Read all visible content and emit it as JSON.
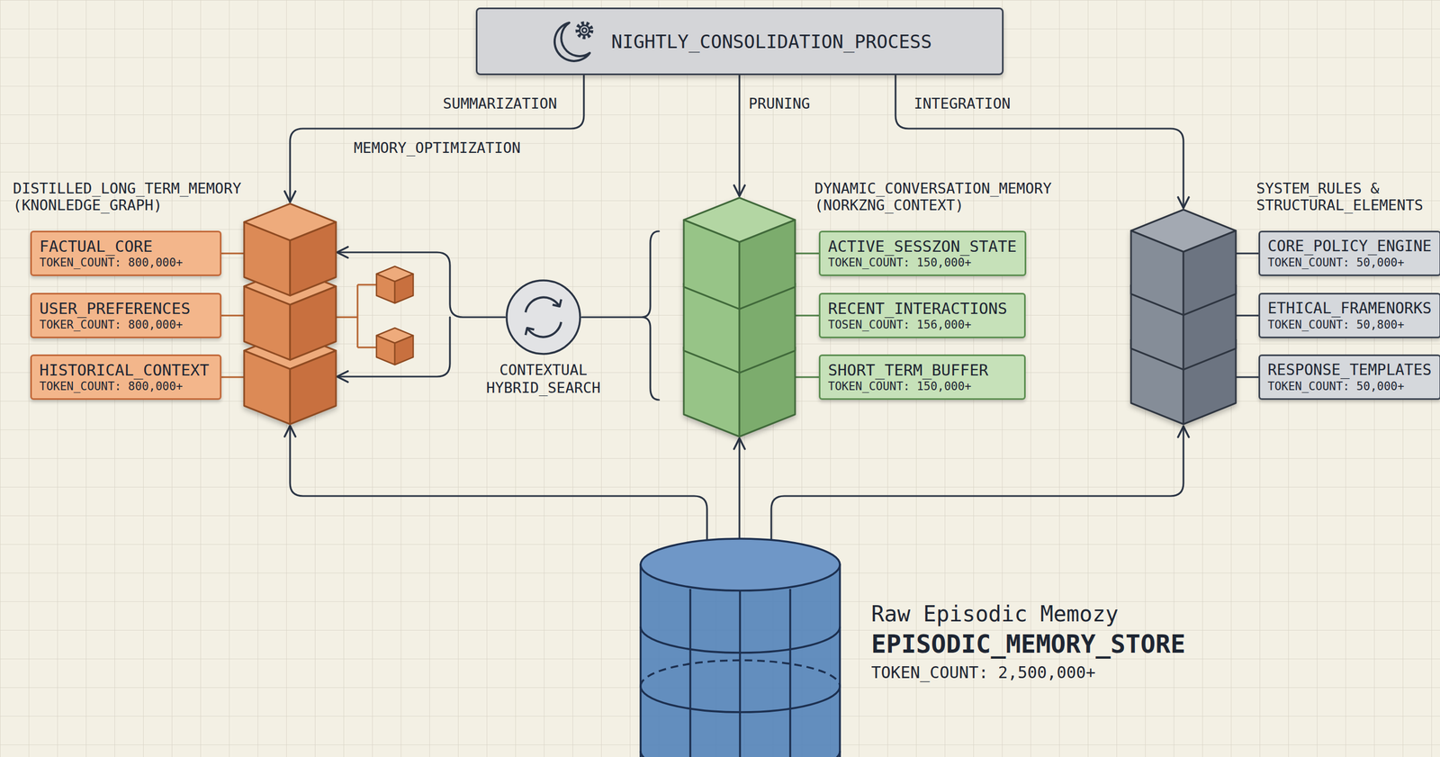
{
  "diagram": {
    "nodes": [
      {
        "text": [
          "NIGHTLY_CONSOLIDATION_PROCESS"
        ]
      },
      {
        "text": [
          "DISTILLED_LONG_TERM_MEMORY (KNONLEDGE_GRAPH)"
        ]
      },
      {
        "text": [
          "FACTUAL_CORE",
          "TOKEN_COUNT: 800,000+"
        ]
      },
      {
        "text": [
          "USER_PREFERENCES",
          "TOKER_COUNT: 800,000+"
        ]
      },
      {
        "text": [
          "HISTORICAL_CONTEXT",
          "TOKEN_COUNT: 800,000+"
        ]
      },
      {
        "text": [
          "CONTEXTUAL HYBRID_SEARCH"
        ]
      },
      {
        "text": [
          "DYNAMIC_CONVERSATION_MEMORY (NORKZNG_CONTEXT)"
        ]
      },
      {
        "text": [
          "ACTIVE_SESSZON_STATE",
          "TOKEN_COUNT: 150,000+"
        ]
      },
      {
        "text": [
          "RECENT_INTERACTIONS",
          "TOSEN_COUNT: 156,000+"
        ]
      },
      {
        "text": [
          "SHORT_TERM_BUFFER",
          "TOKEN_COUNT: 150,000+"
        ]
      },
      {
        "text": [
          "SYSTEM_RULES & STRUCTURAL_ELEMENTS"
        ]
      },
      {
        "text": [
          "CORE_POLICY_ENGINE",
          "TOKEN_COUNT: 50,000+"
        ]
      },
      {
        "text": [
          "ETHICAL_FRAMENORKS",
          "TOKEN_COUNT: 50,800+"
        ]
      },
      {
        "text": [
          "RESPONSE_TEMPLATES",
          "TOKEN_COUNT: 50,000+"
        ]
      },
      {
        "text": [
          "Raw Episodic Memozy",
          "EPISODIC_MEMORY_STORE",
          "TOKEN_COUNT: 2,500,000+"
        ]
      }
    ],
    "edges": [
      {
        "from": 0,
        "to": 1,
        "label": "SUMMARIZATION",
        "arrow": "to"
      },
      {
        "from": 0,
        "to": 6,
        "label": "PRUNING",
        "arrow": "to"
      },
      {
        "from": 0,
        "to": 10,
        "label": "INTEGRATION",
        "arrow": "to"
      },
      {
        "from": 5,
        "to": 1,
        "arrow": "to"
      },
      {
        "from": 6,
        "to": 5,
        "arrow": "none"
      },
      {
        "from": 1,
        "to": 2,
        "arrow": "none"
      },
      {
        "from": 1,
        "to": 3,
        "arrow": "none"
      },
      {
        "from": 1,
        "to": 4,
        "arrow": "none"
      },
      {
        "from": 6,
        "to": 7,
        "arrow": "none"
      },
      {
        "from": 6,
        "to": 8,
        "arrow": "none"
      },
      {
        "from": 6,
        "to": 9,
        "arrow": "none"
      },
      {
        "from": 10,
        "to": 11,
        "arrow": "none"
      },
      {
        "from": 10,
        "to": 12,
        "arrow": "none"
      },
      {
        "from": 10,
        "to": 13,
        "arrow": "none"
      },
      {
        "from": 14,
        "to": 1,
        "arrow": "to"
      },
      {
        "from": 14,
        "to": 6,
        "arrow": "to"
      },
      {
        "from": 14,
        "to": 10,
        "arrow": "to"
      }
    ],
    "labels": [
      "MEMORY_OPTIMIZATION"
    ]
  }
}
